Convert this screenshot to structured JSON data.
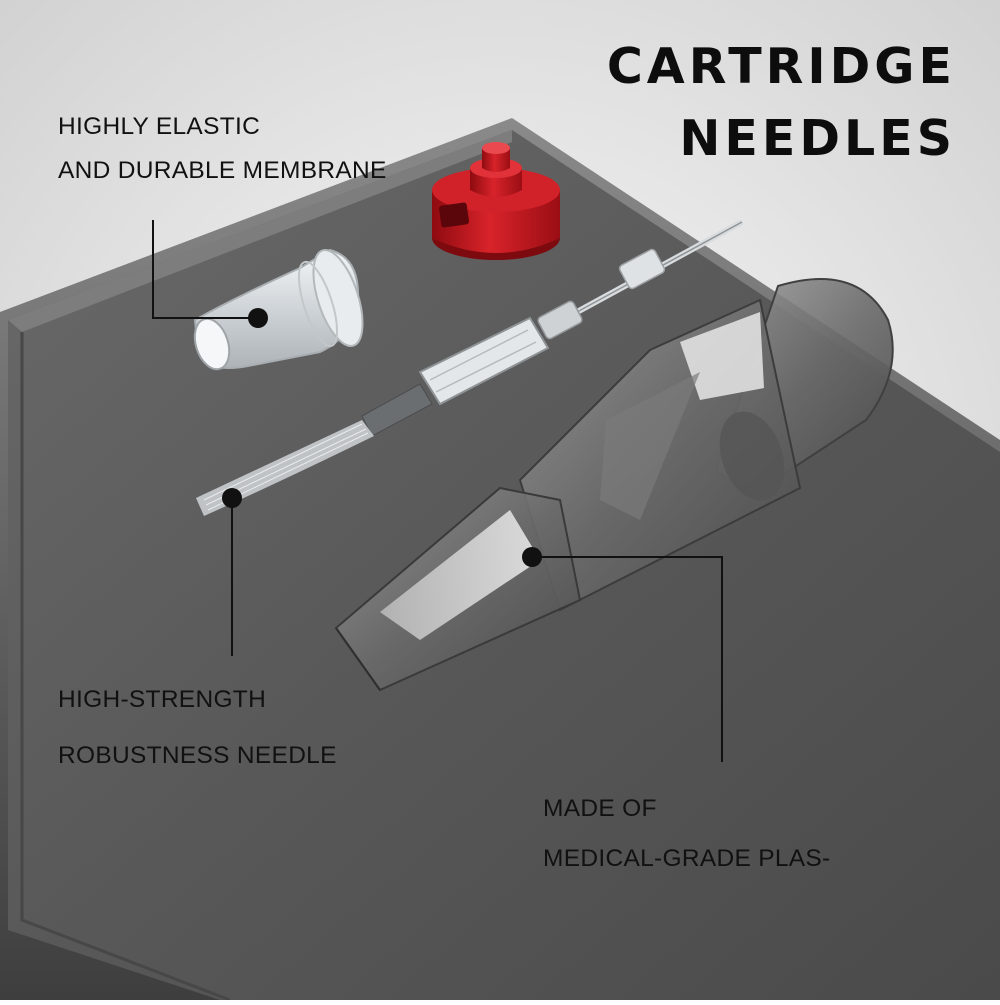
{
  "title": {
    "line1": "CARTRIDGE",
    "line2": "NEEDLES"
  },
  "callouts": {
    "membrane": {
      "line1": "HIGHLY ELASTIC",
      "line2": "AND DURABLE MEMBRANE"
    },
    "needle": {
      "line1": "HIGH-STRENGTH",
      "line2": "ROBUSTNESS NEEDLE"
    },
    "plastic": {
      "line1": "MADE OF",
      "line2": "MEDICAL-GRADE PLAS-"
    }
  },
  "colors": {
    "background": "#e6e6e6",
    "tray": "#5b5b5b",
    "cap_red": "#c8141c",
    "cartridge_smoke": "#6e6e6e",
    "text": "#111111"
  }
}
